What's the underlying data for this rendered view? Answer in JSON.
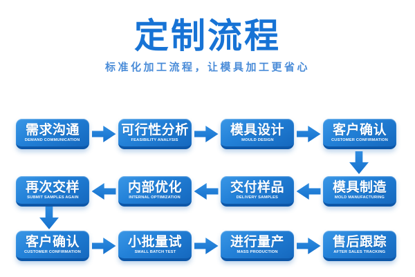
{
  "header": {
    "title": "定制流程",
    "subtitle": "标准化加工流程，让模具加工更省心"
  },
  "colors": {
    "title_blue": "#1773d5",
    "subtitle_blue": "#4a8cd8",
    "box_gradient_top": "#3a97e6",
    "box_gradient_bottom": "#1568be",
    "box_bottom_edge": "#0d57a8",
    "arrow_blue": "#1b7ad6",
    "box_text": "#ffffff",
    "background": "#ffffff"
  },
  "flow": {
    "steps": [
      {
        "zh": "需求沟通",
        "en": "DEMAND COMMUNICATION"
      },
      {
        "zh": "可行性分析",
        "en": "FEASIBILITY ANALYSIS"
      },
      {
        "zh": "模具设计",
        "en": "MOULD DESIGN"
      },
      {
        "zh": "客户确认",
        "en": "CUSTOMER CONFIRMATION"
      },
      {
        "zh": "模具制造",
        "en": "MOLD MANUFACTURING"
      },
      {
        "zh": "交付样品",
        "en": "DELIVERY SAMPLES"
      },
      {
        "zh": "内部优化",
        "en": "INTERNAL OPTIMIZATION"
      },
      {
        "zh": "再次交样",
        "en": "SUBMIT SAMPLES AGAIN"
      },
      {
        "zh": "客户确认",
        "en": "CUSTOMER CONFIRMATION"
      },
      {
        "zh": "小批量试",
        "en": "SMALL BATCH TEST"
      },
      {
        "zh": "进行量产",
        "en": "MASS PRODUCTION"
      },
      {
        "zh": "售后跟踪",
        "en": "AFTER SALES TRACKING"
      }
    ],
    "sequence_note": "row1 left-to-right: steps 0-3; down; row2 right-to-left: steps 4-7; down; row3 left-to-right: steps 8-11"
  }
}
